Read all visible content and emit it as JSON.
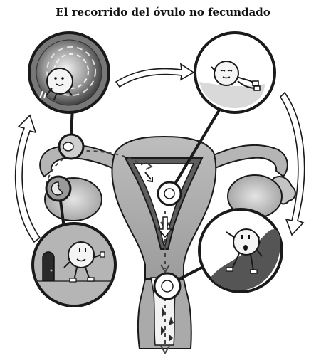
{
  "title": "El recorrido del óvulo no fecundado",
  "stages": [
    {
      "name": "ovulation",
      "description_icon": "ovum-bursting-from-follicle-icon"
    },
    {
      "name": "ovum-entering-tube",
      "description_icon": "ovum-pacman-icon"
    },
    {
      "name": "ovum-walking",
      "description_icon": "ovum-walking-to-door-icon"
    },
    {
      "name": "ovum-resting-in-uterus",
      "description_icon": "ovum-lying-icon"
    },
    {
      "name": "ovum-sad",
      "description_icon": "ovum-crying-icon"
    },
    {
      "name": "ovum-exiting",
      "description_icon": "ovum-exit-icon"
    }
  ],
  "colors": {
    "organ_fill": "#b8b8b8",
    "organ_dark": "#5e5e5e",
    "outline": "#1a1a1a",
    "circle_bg": "#6b6b6b",
    "arrow_fill": "#ffffff"
  }
}
